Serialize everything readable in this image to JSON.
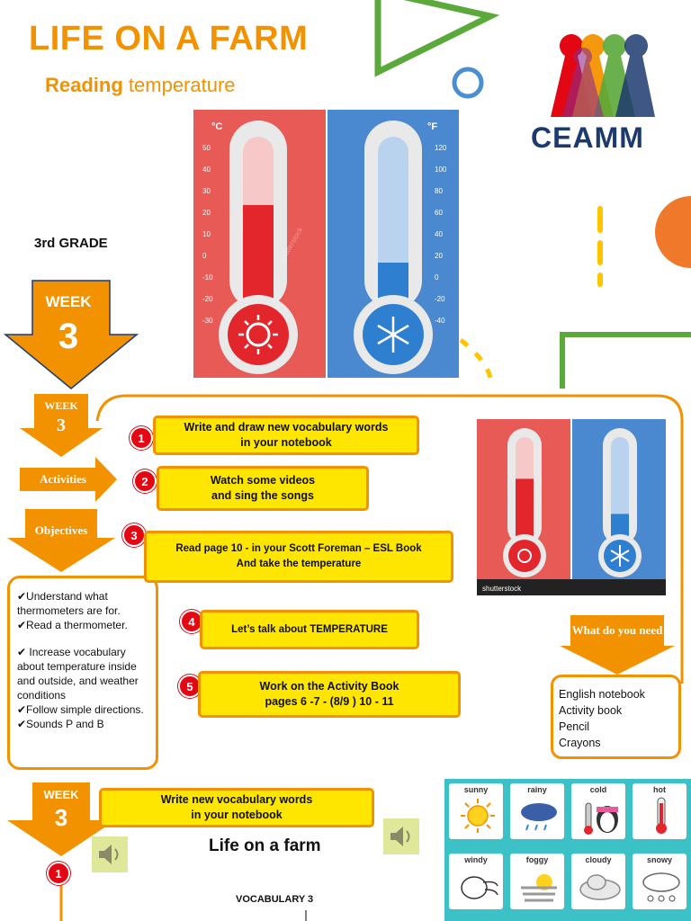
{
  "header": {
    "title": "LIFE ON A FARM",
    "subtitle_bold": "Reading",
    "subtitle_rest": " temperature",
    "grade": "3rd GRADE",
    "logo_text": "CEAMM"
  },
  "week_big": {
    "label": "WEEK",
    "number": "3"
  },
  "week_small": {
    "label": "WEEK",
    "number": "3"
  },
  "side_labels": {
    "activities": "Activities",
    "objectives": "Objectives",
    "need": "What do you need"
  },
  "activities": [
    {
      "num": "1",
      "line1": "Write and draw new vocabulary words",
      "line2": "in your notebook"
    },
    {
      "num": "2",
      "line1": "Watch  some  videos",
      "line2": "and sing the songs"
    },
    {
      "num": "3",
      "line1": "Read page  10 - in your Scott Foreman – ESL Book",
      "line2": "And  take the temperature"
    },
    {
      "num": "4",
      "line1": "Let’s talk about TEMPERATURE",
      "line2": ""
    },
    {
      "num": "5",
      "line1": "Work on the Activity Book",
      "line2": "pages 6 -7 -  (8/9 )  10 - 11"
    }
  ],
  "objectives": [
    "✔Understand what thermometers are for.",
    "✔Read a thermometer.",
    "✔ Increase vocabulary about  temperature inside and outside, and weather conditions",
    "✔Follow simple directions.",
    "✔Sounds P and B"
  ],
  "needs": [
    "English notebook",
    "Activity book",
    " Pencil",
    " Crayons"
  ],
  "thermometer": {
    "celsius_label": "°C",
    "fahrenheit_label": "°F",
    "celsius_ticks": [
      "50",
      "40",
      "30",
      "20",
      "10",
      "0",
      "-10",
      "-20",
      "-30"
    ],
    "fahrenheit_ticks": [
      "120",
      "100",
      "80",
      "60",
      "40",
      "20",
      "0",
      "-20",
      "-40"
    ],
    "watermark": "shutterstock",
    "hot_level": 0.62,
    "cold_level": 0.3
  },
  "bottom": {
    "week_label": "WEEK",
    "week_number": "3",
    "vocab_line1": "Write new vocabulary words",
    "vocab_line2": "in your notebook",
    "heading": "Life on a farm",
    "num": "1",
    "vocab_title": "VOCABULARY 3"
  },
  "weather_cards": [
    "sunny",
    "rainy",
    "cold",
    "hot",
    "windy",
    "foggy",
    "cloudy",
    "snowy"
  ],
  "colors": {
    "orange": "#f39200",
    "yellow": "#ffe600",
    "red": "#e30613",
    "teal": "#3cc1c7",
    "green": "#5aa93a",
    "blue": "#4b8fd1"
  }
}
